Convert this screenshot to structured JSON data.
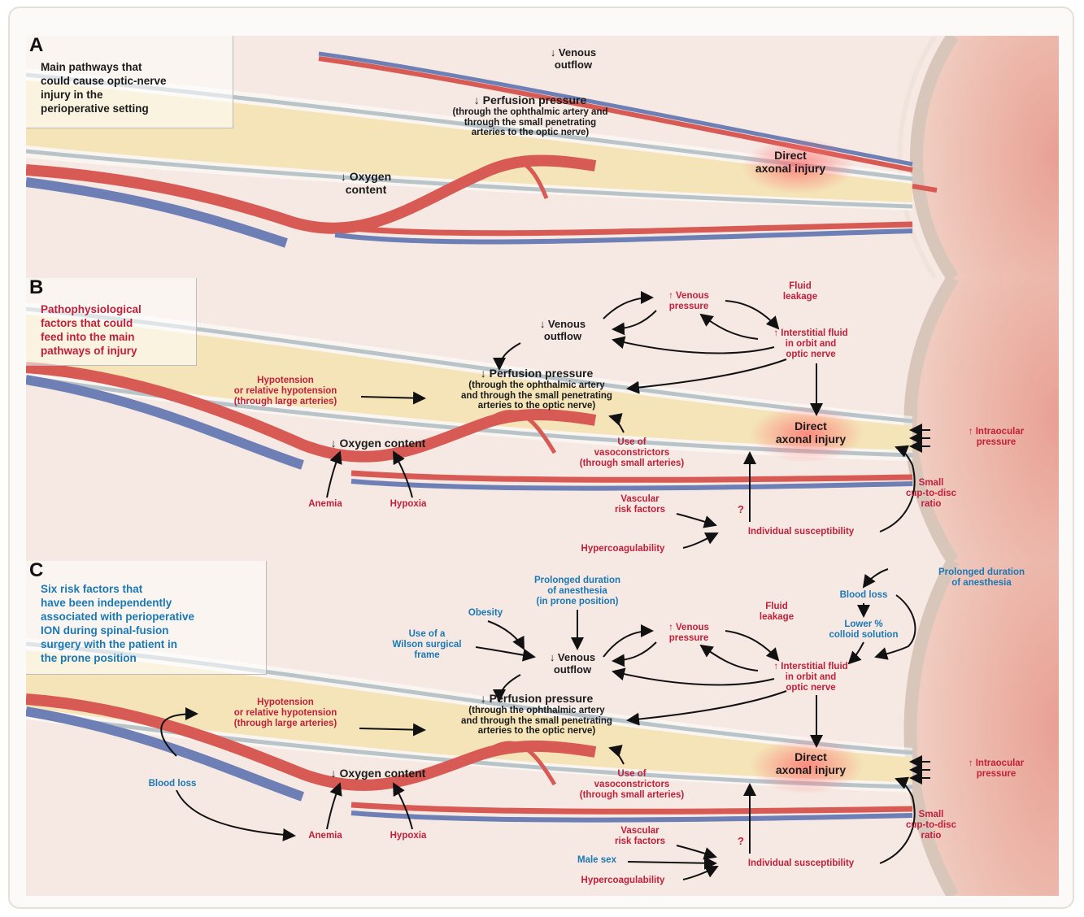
{
  "panelA": {
    "letter": "A",
    "caption": [
      "Main pathways that",
      "could cause optic-nerve",
      "injury in the",
      "perioperative setting"
    ],
    "venous": [
      "↓ Venous",
      "outflow"
    ],
    "perfusion": [
      "↓ Perfusion pressure",
      "(through the ophthalmic artery and",
      "through the small penetrating",
      "arteries to the optic nerve)"
    ],
    "direct": [
      "Direct",
      "axonal injury"
    ],
    "oxygen": [
      "↓ Oxygen",
      "content"
    ]
  },
  "panelB": {
    "letter": "B",
    "caption": [
      "Pathophysiological",
      "factors that could",
      "feed into the main",
      "pathways of injury"
    ],
    "venous_pressure": [
      "↑ Venous",
      "pressure"
    ],
    "fluid_leakage": [
      "Fluid",
      "leakage"
    ],
    "venous": [
      "↓ Venous",
      "outflow"
    ],
    "interstitial": [
      "↑ Interstitial fluid",
      "in orbit and",
      "optic nerve"
    ],
    "perfusion": [
      "↓ Perfusion pressure",
      "(through the ophthalmic artery",
      "and through the small penetrating",
      "arteries to the optic nerve)"
    ],
    "hypotension": [
      "Hypotension",
      "or relative hypotension",
      "(through large arteries)"
    ],
    "direct": [
      "Direct",
      "axonal injury"
    ],
    "intraocular": [
      "↑ Intraocular",
      "pressure"
    ],
    "oxygen": "↓ Oxygen content",
    "vasoconstrictors": [
      "Use of",
      "vasoconstrictors",
      "(through small arteries)"
    ],
    "cup_disc": [
      "Small",
      "cup-to-disc",
      "ratio"
    ],
    "anemia": "Anemia",
    "hypoxia": "Hypoxia",
    "vascular": [
      "Vascular",
      "risk factors"
    ],
    "question": "?",
    "susceptibility": "Individual susceptibility",
    "hypercoag": "Hypercoagulability"
  },
  "panelC": {
    "letter": "C",
    "caption": [
      "Six risk factors that",
      "have been independently",
      "associated with perioperative",
      "ION during spinal-fusion",
      "surgery with the patient in",
      "the prone position"
    ],
    "prolonged1": [
      "Prolonged duration",
      "of anesthesia",
      "(in prone position)"
    ],
    "obesity": "Obesity",
    "wilson": [
      "Use of a",
      "Wilson surgical",
      "frame"
    ],
    "venous_pressure": [
      "↑ Venous",
      "pressure"
    ],
    "fluid_leakage": [
      "Fluid",
      "leakage"
    ],
    "prolonged2": [
      "Prolonged duration",
      "of anesthesia"
    ],
    "blood_loss_top": "Blood loss",
    "colloid": [
      "Lower %",
      "colloid solution"
    ],
    "venous": [
      "↓ Venous",
      "outflow"
    ],
    "interstitial": [
      "↑ Interstitial fluid",
      "in orbit and",
      "optic nerve"
    ],
    "perfusion": [
      "↓ Perfusion pressure",
      "(through the ophthalmic artery",
      "and through the small penetrating",
      "arteries to the optic nerve)"
    ],
    "hypotension": [
      "Hypotension",
      "or relative hypotension",
      "(through large arteries)"
    ],
    "blood_loss_left": "Blood loss",
    "direct": [
      "Direct",
      "axonal injury"
    ],
    "intraocular": [
      "↑ Intraocular",
      "pressure"
    ],
    "oxygen": "↓ Oxygen content",
    "vasoconstrictors": [
      "Use of",
      "vasoconstrictors",
      "(through small arteries)"
    ],
    "cup_disc": [
      "Small",
      "cup-to-disc",
      "ratio"
    ],
    "anemia": "Anemia",
    "hypoxia": "Hypoxia",
    "vascular": [
      "Vascular",
      "risk factors"
    ],
    "question": "?",
    "male": "Male sex",
    "susceptibility": "Individual susceptibility",
    "hypercoag": "Hypercoagulability"
  },
  "colors": {
    "black_label": "#1b1b1b",
    "red_label": "#c0203a",
    "blue_label": "#1a78b4",
    "nerve": "#f4e4b8",
    "artery": "#d85a55",
    "vein": "#6d7fb5",
    "background": "#f6e9e3"
  }
}
